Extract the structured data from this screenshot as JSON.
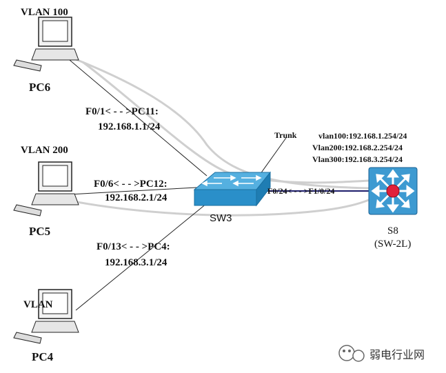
{
  "pcs": [
    {
      "vlan": "VLAN 100",
      "name": "PC6"
    },
    {
      "vlan": "VLAN 200",
      "name": "PC5"
    },
    {
      "vlan": "VLAN",
      "name": "PC4"
    }
  ],
  "links": [
    {
      "port": "F0/1< - - >PC11:",
      "ip": "192.168.1.1/24"
    },
    {
      "port": "F0/6< - - >PC12:",
      "ip": "192.168.2.1/24"
    },
    {
      "port": "F0/13< - - >PC4:",
      "ip": "192.168.3.1/24"
    }
  ],
  "trunk_label": "Trunk",
  "uplink_label": "F0/24< - - >F1/0/24",
  "switch_name": "SW3",
  "l3": {
    "svis": [
      "vlan100:192.168.1.254/24",
      "Vlan200:192.168.2.254/24",
      "Vlan300:192.168.3.254/24"
    ],
    "name": "S8",
    "subtitle": "(SW-2L)"
  },
  "watermark": "弱电行业网",
  "colors": {
    "switch": "#2a8fc9",
    "l3": "#3d9ad1",
    "link": "#cfcfcf",
    "uplink": "#1c1c6b"
  }
}
